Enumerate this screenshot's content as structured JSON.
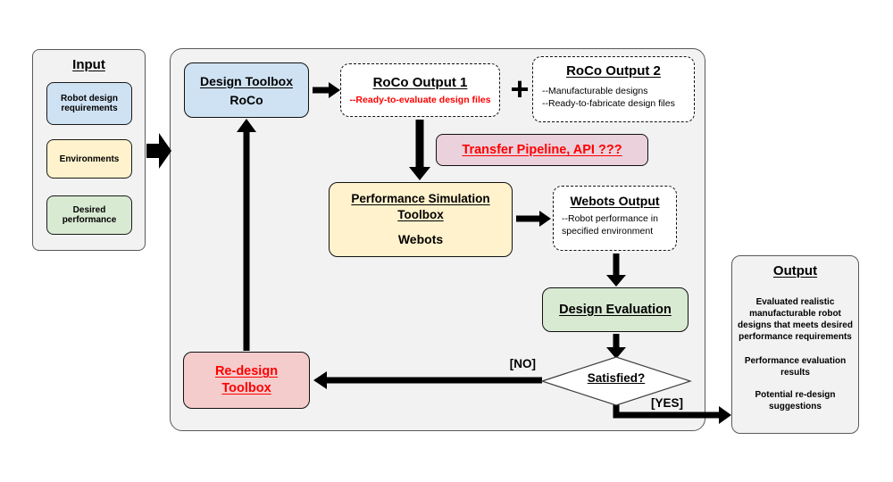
{
  "colors": {
    "panel_bg": "#f2f2f2",
    "panel_border": "#595959",
    "light_blue": "#cfe2f3",
    "light_yellow": "#fff2cc",
    "light_green": "#d9ead3",
    "pink_mauve": "#ead1dc",
    "salmon_pink": "#f4cccc",
    "red_text": "#ff0000",
    "arrow_black": "#000000"
  },
  "input_panel": {
    "title": "Input",
    "items": [
      {
        "label": "Robot design requirements"
      },
      {
        "label": "Environments"
      },
      {
        "label": "Desired performance"
      }
    ]
  },
  "pipeline": {
    "design_toolbox": {
      "title": "Design Toolbox",
      "subtitle": "RoCo"
    },
    "roco_output_1": {
      "title": "RoCo Output 1",
      "note": "--Ready-to-evaluate design files"
    },
    "plus": "+",
    "roco_output_2": {
      "title": "RoCo Output 2",
      "lines": [
        "--Manufacturable designs",
        "--Ready-to-fabricate design files"
      ]
    },
    "transfer_pipeline": {
      "label": "Transfer Pipeline, API ???"
    },
    "performance_sim": {
      "title": "Performance Simulation Toolbox",
      "subtitle": "Webots"
    },
    "webots_output": {
      "title": "Webots Output",
      "note": "--Robot performance in specified environment"
    },
    "design_evaluation": {
      "title": "Design Evaluation"
    },
    "decision": {
      "label": "Satisfied?",
      "no": "[NO]",
      "yes": "[YES]"
    },
    "redesign_toolbox": {
      "title": "Re-design Toolbox"
    }
  },
  "output_panel": {
    "title": "Output",
    "paragraphs": [
      "Evaluated realistic manufacturable robot designs that meets desired performance requirements",
      "Performance evaluation results",
      "Potential re-design suggestions"
    ]
  }
}
